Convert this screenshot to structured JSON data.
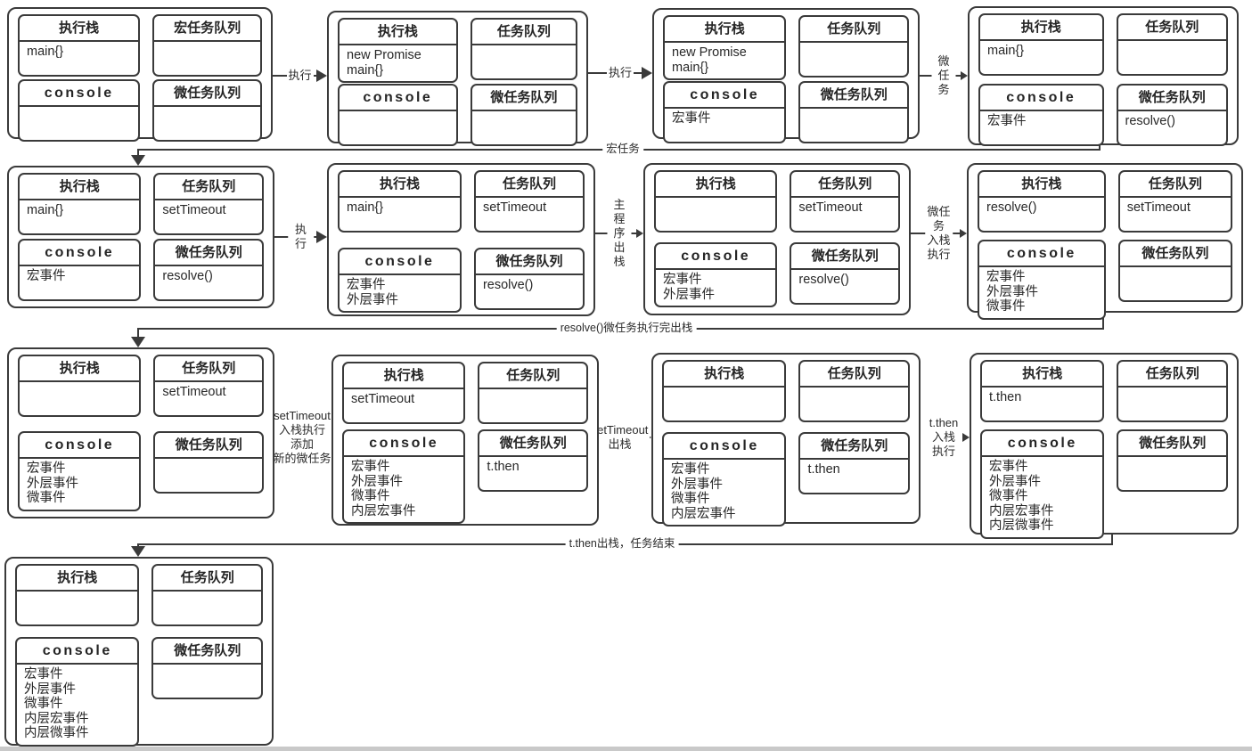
{
  "colors": {
    "line": "#3a3a3a",
    "text": "#282828",
    "background": "#ffffff"
  },
  "panels": [
    {
      "boxes": {
        "stack": {
          "title": "执行栈",
          "items": [
            "main{}"
          ]
        },
        "queue": {
          "title": "宏任务队列",
          "items": []
        },
        "console": {
          "title": "console",
          "items": []
        },
        "micro": {
          "title": "微任务队列",
          "items": []
        }
      }
    },
    {
      "boxes": {
        "stack": {
          "title": "执行栈",
          "items": [
            "new Promise",
            "main{}"
          ]
        },
        "queue": {
          "title": "任务队列",
          "items": []
        },
        "console": {
          "title": "console",
          "items": []
        },
        "micro": {
          "title": "微任务队列",
          "items": []
        }
      }
    },
    {
      "boxes": {
        "stack": {
          "title": "执行栈",
          "items": [
            "new Promise",
            "main{}"
          ]
        },
        "queue": {
          "title": "任务队列",
          "items": []
        },
        "console": {
          "title": "console",
          "items": [
            "宏事件"
          ]
        },
        "micro": {
          "title": "微任务队列",
          "items": []
        }
      }
    },
    {
      "boxes": {
        "stack": {
          "title": "执行栈",
          "items": [
            "main{}"
          ]
        },
        "queue": {
          "title": "任务队列",
          "items": []
        },
        "console": {
          "title": "console",
          "items": [
            "宏事件"
          ]
        },
        "micro": {
          "title": "微任务队列",
          "items": [
            "resolve()"
          ]
        }
      }
    },
    {
      "boxes": {
        "stack": {
          "title": "执行栈",
          "items": [
            "main{}"
          ]
        },
        "queue": {
          "title": "任务队列",
          "items": [
            "setTimeout"
          ]
        },
        "console": {
          "title": "console",
          "items": [
            "宏事件"
          ]
        },
        "micro": {
          "title": "微任务队列",
          "items": [
            "resolve()"
          ]
        }
      }
    },
    {
      "boxes": {
        "stack": {
          "title": "执行栈",
          "items": [
            "main{}"
          ]
        },
        "queue": {
          "title": "任务队列",
          "items": [
            "setTimeout"
          ]
        },
        "console": {
          "title": "console",
          "items": [
            "宏事件",
            "外层事件"
          ]
        },
        "micro": {
          "title": "微任务队列",
          "items": [
            "resolve()"
          ]
        }
      }
    },
    {
      "boxes": {
        "stack": {
          "title": "执行栈",
          "items": []
        },
        "queue": {
          "title": "任务队列",
          "items": [
            "setTimeout"
          ]
        },
        "console": {
          "title": "console",
          "items": [
            "宏事件",
            "外层事件"
          ]
        },
        "micro": {
          "title": "微任务队列",
          "items": [
            "resolve()"
          ]
        }
      }
    },
    {
      "boxes": {
        "stack": {
          "title": "执行栈",
          "items": [
            "resolve()"
          ]
        },
        "queue": {
          "title": "任务队列",
          "items": [
            "setTimeout"
          ]
        },
        "console": {
          "title": "console",
          "items": [
            "宏事件",
            "外层事件",
            "微事件"
          ]
        },
        "micro": {
          "title": "微任务队列",
          "items": []
        }
      }
    },
    {
      "boxes": {
        "stack": {
          "title": "执行栈",
          "items": []
        },
        "queue": {
          "title": "任务队列",
          "items": [
            "setTimeout"
          ]
        },
        "console": {
          "title": "console",
          "items": [
            "宏事件",
            "外层事件",
            "微事件"
          ]
        },
        "micro": {
          "title": "微任务队列",
          "items": []
        }
      }
    },
    {
      "boxes": {
        "stack": {
          "title": "执行栈",
          "items": [
            "setTimeout"
          ]
        },
        "queue": {
          "title": "任务队列",
          "items": []
        },
        "console": {
          "title": "console",
          "items": [
            "宏事件",
            "外层事件",
            "微事件",
            "内层宏事件"
          ]
        },
        "micro": {
          "title": "微任务队列",
          "items": [
            "t.then"
          ]
        }
      }
    },
    {
      "boxes": {
        "stack": {
          "title": "执行栈",
          "items": []
        },
        "queue": {
          "title": "任务队列",
          "items": []
        },
        "console": {
          "title": "console",
          "items": [
            "宏事件",
            "外层事件",
            "微事件",
            "内层宏事件"
          ]
        },
        "micro": {
          "title": "微任务队列",
          "items": [
            "t.then"
          ]
        }
      }
    },
    {
      "boxes": {
        "stack": {
          "title": "执行栈",
          "items": [
            "t.then"
          ]
        },
        "queue": {
          "title": "任务队列",
          "items": []
        },
        "console": {
          "title": "console",
          "items": [
            "宏事件",
            "外层事件",
            "微事件",
            "内层宏事件",
            "内层微事件"
          ]
        },
        "micro": {
          "title": "微任务队列",
          "items": []
        }
      }
    },
    {
      "boxes": {
        "stack": {
          "title": "执行栈",
          "items": []
        },
        "queue": {
          "title": "任务队列",
          "items": []
        },
        "console": {
          "title": "console",
          "items": [
            "宏事件",
            "外层事件",
            "微事件",
            "内层宏事件",
            "内层微事件"
          ]
        },
        "micro": {
          "title": "微任务队列",
          "items": []
        }
      }
    }
  ],
  "connectors": {
    "r1c1": "执行",
    "r1c2": "执行",
    "r1c3": "微任务",
    "r2c1": "执行",
    "r2c2": "主程序\n出栈",
    "r2c3": "微任务\n入栈执行",
    "r3c1": "setTimeout\n入栈执行\n添加\n新的微任务",
    "r3c2": "setTimeout\n出栈",
    "r3c3": "t.then\n入栈执行",
    "wrap1": "宏任务",
    "wrap2": "resolve()微任务执行完出栈",
    "wrap3": "t.then出栈，任务结束"
  }
}
